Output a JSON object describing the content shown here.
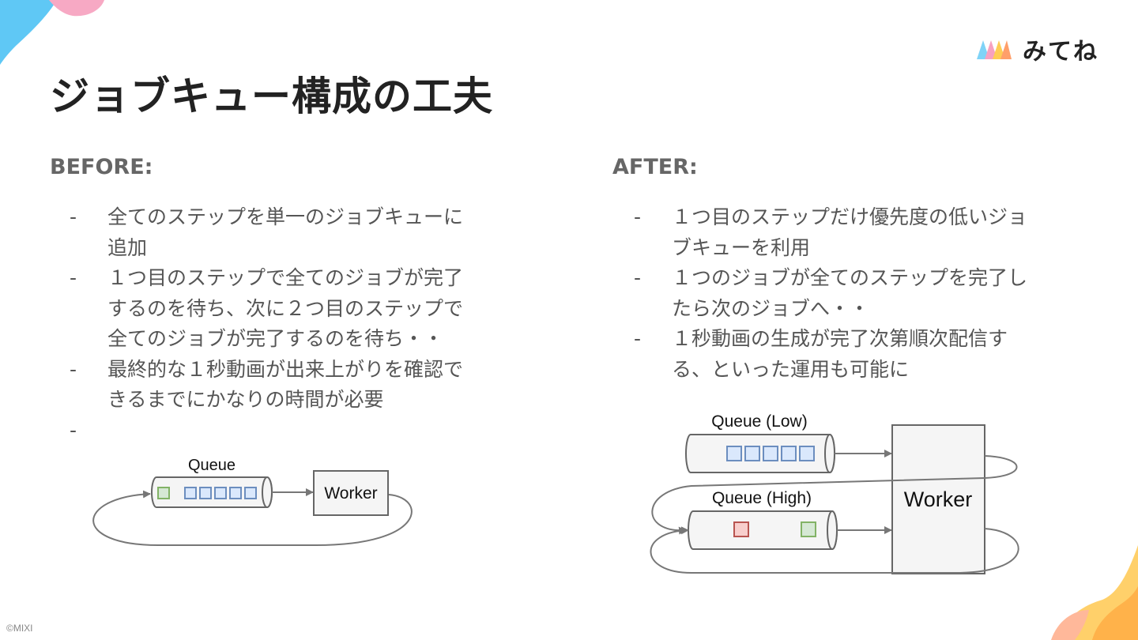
{
  "logo": {
    "text": "みてね"
  },
  "title": "ジョブキュー構成の工夫",
  "before": {
    "heading": "BEFORE:",
    "items": [
      {
        "lines": [
          "全てのステップを単一のジョブキューに",
          "追加"
        ]
      },
      {
        "lines": [
          "１つ目のステップで全てのジョブが完了",
          "するのを待ち、次に２つ目のステップで",
          "全てのジョブが完了するのを待ち・・"
        ]
      },
      {
        "lines": [
          "最終的な１秒動画が出来上がりを確認で",
          "きるまでにかなりの時間が必要"
        ]
      },
      {
        "lines": [
          ""
        ]
      }
    ],
    "dash": "-",
    "diagram": {
      "queue_label": "Queue",
      "worker_label": "Worker"
    }
  },
  "after": {
    "heading": "AFTER:",
    "items": [
      {
        "lines": [
          "１つ目のステップだけ優先度の低いジョ",
          "ブキューを利用"
        ]
      },
      {
        "lines": [
          "１つのジョブが全てのステップを完了し",
          "たら次のジョブへ・・"
        ]
      },
      {
        "lines": [
          "１秒動画の生成が完了次第順次配信す",
          "る、といった運用も可能に"
        ]
      }
    ],
    "dash": "-",
    "diagram": {
      "queue_low_label": "Queue (Low)",
      "queue_high_label": "Queue (High)",
      "worker_label": "Worker"
    }
  },
  "copyright": "©MIXI",
  "colors": {
    "job_blue": "#dae8fc",
    "job_blue_stroke": "#6c8ebf",
    "job_green": "#d5e8d4",
    "job_green_stroke": "#82b366",
    "job_red": "#f8cecc",
    "job_red_stroke": "#b85450",
    "box_fill": "#f5f5f5",
    "box_stroke": "#666666"
  }
}
